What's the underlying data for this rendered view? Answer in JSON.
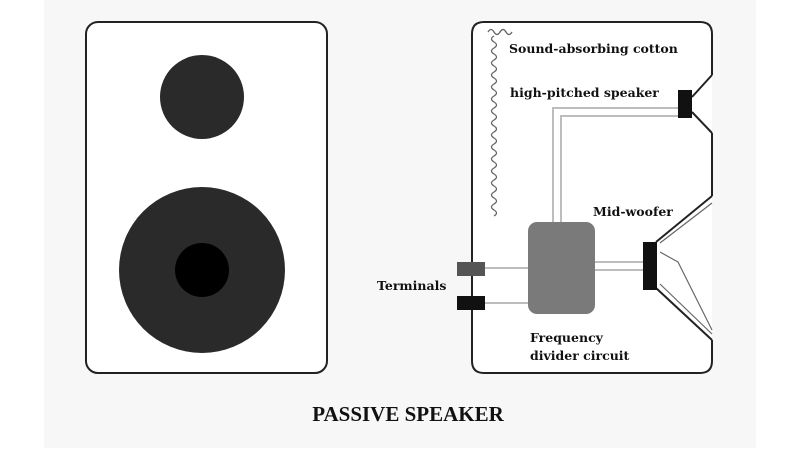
{
  "title": "PASSIVE SPEAKER",
  "labels": {
    "cotton": "Sound-absorbing cotton",
    "tweeter": "high-pitched speaker",
    "woofer": "Mid-woofer",
    "terminals": "Terminals",
    "divider_line1": "Frequency",
    "divider_line2": "divider circuit"
  },
  "colors": {
    "background": "#f7f7f7",
    "outline": "#222222",
    "driver": "#2a2a2a",
    "driver_center": "#000000",
    "divider": "#7a7a7a",
    "wire": "#bdbdbd",
    "terminal_top": "#555555",
    "terminal_bottom": "#111111"
  }
}
